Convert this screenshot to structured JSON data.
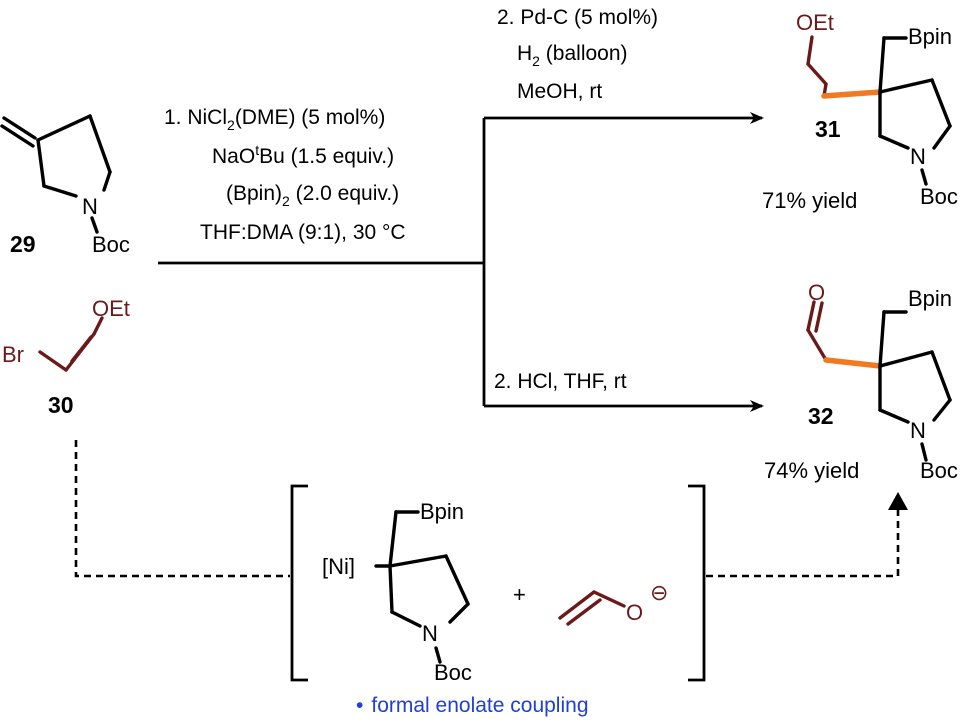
{
  "compounds": {
    "c29": {
      "label": "29",
      "group": "Boc",
      "atom": "N"
    },
    "c30": {
      "label": "30",
      "halogen": "Br",
      "ether": "OEt"
    },
    "c31": {
      "label": "31",
      "yield": "71% yield",
      "ether": "OEt",
      "boryl": "Bpin",
      "group": "Boc",
      "atom": "N"
    },
    "c32": {
      "label": "32",
      "yield": "74% yield",
      "carbonyl": "O",
      "boryl": "Bpin",
      "group": "Boc",
      "atom": "N"
    }
  },
  "conditions": {
    "step1": {
      "line1_pre": "1.  NiCl",
      "line1_sub": "2",
      "line1_post": "(DME)  (5 mol%)",
      "line2_pre": "NaO",
      "line2_sup": "t",
      "line2_post": "Bu (1.5 equiv.)",
      "line3_pre": "(Bpin)",
      "line3_sub": "2",
      "line3_post": " (2.0 equiv.)",
      "line4": "THF:DMA (9:1), 30 °C"
    },
    "step2_upper": {
      "line1": "2. Pd-C (5 mol%)",
      "line2_pre": "H",
      "line2_sub": "2",
      "line2_post": " (balloon)",
      "line3": "MeOH, rt"
    },
    "step2_lower": {
      "line1": "2.    HCl, THF, rt"
    }
  },
  "intermediate": {
    "metal": "[Ni]",
    "boryl": "Bpin",
    "atom": "N",
    "group": "Boc",
    "plus": "+",
    "enolate_o": "O",
    "charge": "⊖"
  },
  "note": {
    "bullet": "•",
    "text": "formal enolate coupling"
  },
  "colors": {
    "highlight": "#f07a22",
    "fragment": "#6b1a1a",
    "note": "#1f3fd6"
  }
}
